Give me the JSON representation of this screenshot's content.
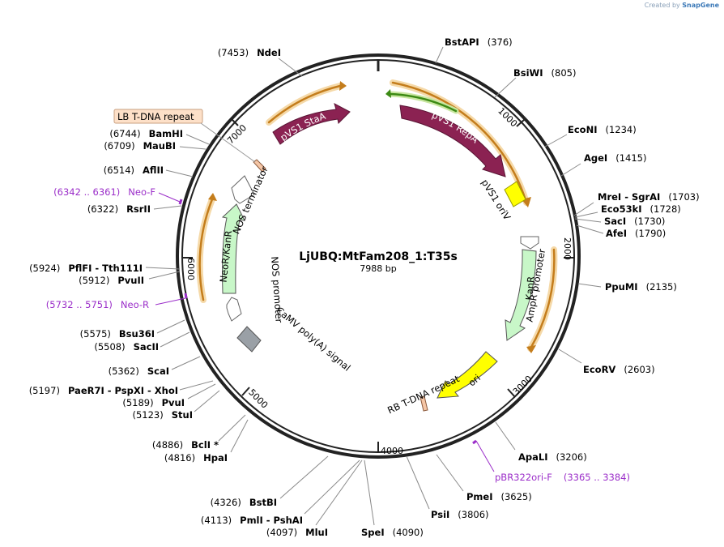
{
  "watermark": {
    "prefix": "Created by",
    "brand": "SnapGene"
  },
  "plasmid": {
    "name": "LjUBQ:MtFam208_1:T35s",
    "length_label": "7988 bp",
    "length": 7988
  },
  "ticks": [
    "1000",
    "2000",
    "3000",
    "4000",
    "5000",
    "6000",
    "7000"
  ],
  "sites": [
    {
      "label": "BstAPI",
      "pos": "(376)"
    },
    {
      "label": "BsiWI",
      "pos": "(805)"
    },
    {
      "label": "EcoNI",
      "pos": "(1234)"
    },
    {
      "label": "AgeI",
      "pos": "(1415)"
    },
    {
      "label": "MreI - SgrAI",
      "pos": "(1703)"
    },
    {
      "label": "Eco53kI",
      "pos": "(1728)"
    },
    {
      "label": "SacI",
      "pos": "(1730)"
    },
    {
      "label": "AfeI",
      "pos": "(1790)"
    },
    {
      "label": "PpuMI",
      "pos": "(2135)"
    },
    {
      "label": "EcoRV",
      "pos": "(2603)"
    },
    {
      "label": "ApaLI",
      "pos": "(3206)"
    },
    {
      "label": "PmeI",
      "pos": "(3625)"
    },
    {
      "label": "PsiI",
      "pos": "(3806)"
    },
    {
      "label": "SpeI",
      "pos": "(4090)"
    },
    {
      "label": "MluI",
      "pos": "(4097)"
    },
    {
      "label": "PmlI - PshAI",
      "pos": "(4113)"
    },
    {
      "label": "BstBI",
      "pos": "(4326)"
    },
    {
      "label": "HpaI",
      "pos": "(4816)"
    },
    {
      "label": "BclI *",
      "pos": "(4886)"
    },
    {
      "label": "StuI",
      "pos": "(5123)"
    },
    {
      "label": "PvuI",
      "pos": "(5189)"
    },
    {
      "label": "PaeR7I - PspXI - XhoI",
      "pos": "(5197)"
    },
    {
      "label": "ScaI",
      "pos": "(5362)"
    },
    {
      "label": "SacII",
      "pos": "(5508)"
    },
    {
      "label": "Bsu36I",
      "pos": "(5575)"
    },
    {
      "label": "PvuII",
      "pos": "(5912)"
    },
    {
      "label": "PflFI - Tth111I",
      "pos": "(5924)"
    },
    {
      "label": "RsrII",
      "pos": "(6322)"
    },
    {
      "label": "AflII",
      "pos": "(6514)"
    },
    {
      "label": "MauBI",
      "pos": "(6709)"
    },
    {
      "label": "BamHI",
      "pos": "(6744)"
    },
    {
      "label": "NdeI",
      "pos": "(7453)"
    }
  ],
  "primers": [
    {
      "name": "pBR322ori-F",
      "range": "(3365 .. 3384)"
    },
    {
      "name": "Neo-R",
      "range": "(5732 .. 5751)"
    },
    {
      "name": "Neo-F",
      "range": "(6342 .. 6361)"
    }
  ],
  "features": [
    {
      "name": "pVS1 StaA",
      "color": "#8b2252"
    },
    {
      "name": "pVS1 RepA",
      "color": "#8b2252"
    },
    {
      "name": "pVS1 oriV",
      "color": "#ffff00"
    },
    {
      "name": "AmpR promoter",
      "color": "#ffffff"
    },
    {
      "name": "KanR",
      "color": "#c8f7c8"
    },
    {
      "name": "ori",
      "color": "#ffff00"
    },
    {
      "name": "RB T-DNA repeat",
      "color": "#f5c6a6"
    },
    {
      "name": "CaMV poly(A) signal",
      "color": "#9aa0a6"
    },
    {
      "name": "NOS promoter",
      "color": "#ffffff"
    },
    {
      "name": "NeoR/KanR",
      "color": "#c8f7c8"
    },
    {
      "name": "NOS terminator",
      "color": "#ffffff"
    },
    {
      "name": "LB T-DNA repeat",
      "color": "#f5c6a6"
    }
  ],
  "colors": {
    "backbone": "#222222",
    "orf": "#e8a33a",
    "primer": "#9b2ec9",
    "green_orf": "#4a9a1e"
  }
}
